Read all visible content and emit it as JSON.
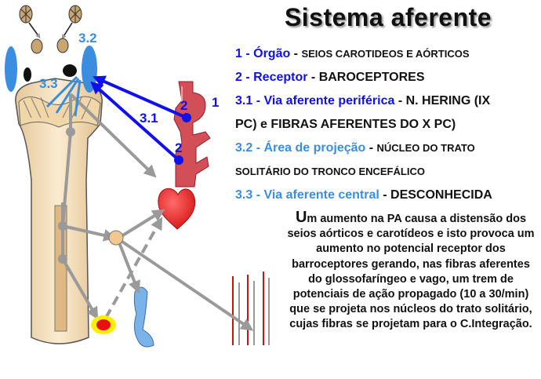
{
  "title": "Sistema aferente",
  "colors": {
    "blue": "#1010ee",
    "light_blue": "#3b8de0",
    "red": "#e61e1e",
    "gray": "#9a9a9a"
  },
  "legend": [
    {
      "key": "1 - Órgão",
      "sep": " - ",
      "value": "SEIOS CAROTIDEOS E AÓRTICOS",
      "key_color": "#1010ee",
      "small": true
    },
    {
      "key": "2 - Receptor",
      "sep": " - ",
      "value": "BAROCEPTORES",
      "key_color": "#1010ee",
      "small": false
    },
    {
      "key": "3.1 - Via aferente periférica",
      "sep": " - ",
      "value": "N. HERING (IX",
      "key_color": "#1010ee",
      "small": false
    },
    {
      "key": "",
      "sep": "",
      "value": "PC) e FIBRAS AFERENTES DO X PC)",
      "key_color": "#1010ee",
      "small": false
    },
    {
      "key": "3.2 - Área de projeção",
      "sep": " - ",
      "value": "NÚCLEO DO TRATO",
      "key_color": "#3b8de0",
      "small": true
    },
    {
      "key": "",
      "sep": "",
      "value": "SOLITÁRIO DO TRONCO ENCEFÁLICO",
      "key_color": "#3b8de0",
      "small": true
    },
    {
      "key": "3.3 - Via aferente central",
      "sep": " - ",
      "value": "DESCONHECIDA",
      "key_color": "#3b8de0",
      "small": false
    }
  ],
  "paragraph": {
    "first_letter": "U",
    "rest": "m aumento na PA causa a distensão dos seios aórticos e carotídeos e isto provoca um aumento no potencial receptor dos barroceptores  gerando, nas fibras aferentes do glossofaríngeo e vago, um trem de potenciais de ação propagado (10 a 30/min) que se projeta nos núcleos do trato solitário, cujas fibras se projetam para o C.Integração."
  },
  "diagram_labels": {
    "l32": "3.2",
    "l33": "3.3",
    "l31": "3.1",
    "n2_upper": "2",
    "n1": "1",
    "n2_lower": "2"
  }
}
